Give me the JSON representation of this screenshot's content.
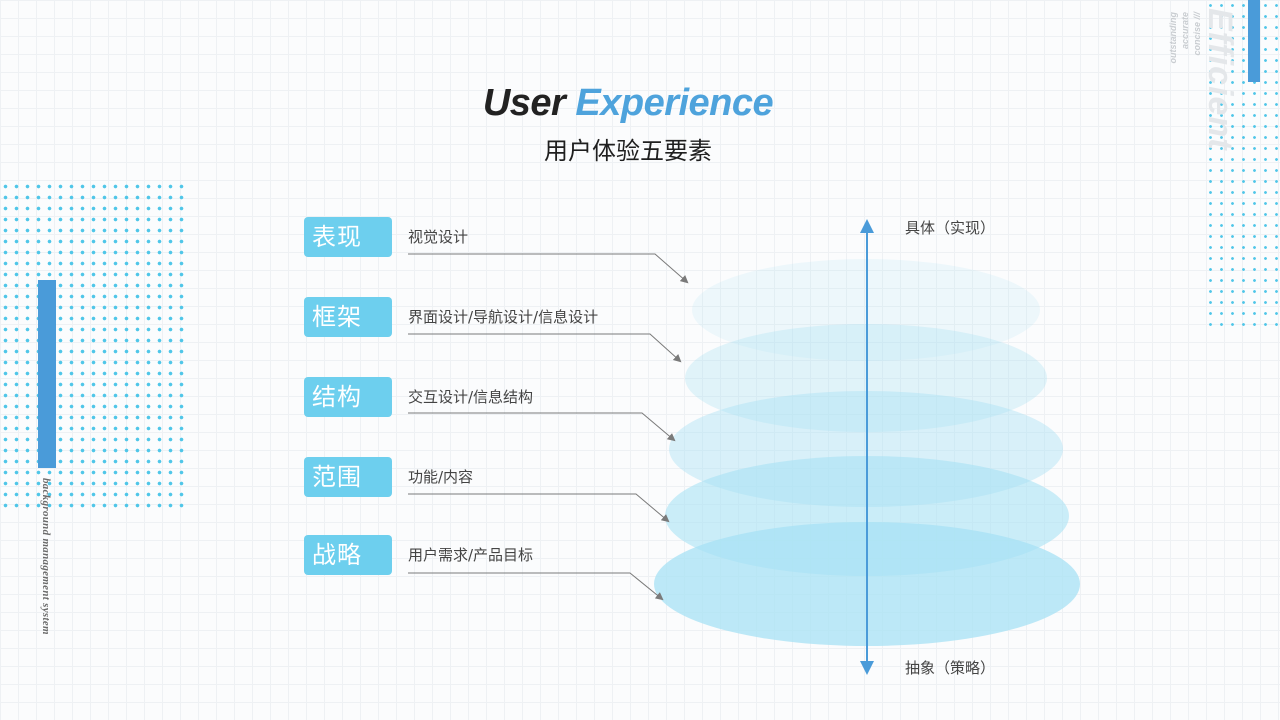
{
  "title": {
    "word1": "User",
    "word2": "Experience",
    "subtitle": "用户体验五要素"
  },
  "decor": {
    "left_vertical_text": "background management system",
    "right_small_lines": [
      "concise ///",
      "accurate",
      "outstanding"
    ],
    "right_big_word": "Efficient"
  },
  "layers": [
    {
      "label": "表现",
      "description": "视觉设计"
    },
    {
      "label": "框架",
      "description": "界面设计/导航设计/信息设计"
    },
    {
      "label": "结构",
      "description": "交互设计/信息结构"
    },
    {
      "label": "范围",
      "description": "功能/内容"
    },
    {
      "label": "战略",
      "description": "用户需求/产品目标"
    }
  ],
  "axis": {
    "top_label": "具体（实现）",
    "bottom_label": "抽象（策略）"
  },
  "colors": {
    "label_bg": "#6dcfee",
    "accent": "#4ea3dc",
    "axis": "#4a9bd9",
    "ellipse": "#a7e1f4"
  }
}
